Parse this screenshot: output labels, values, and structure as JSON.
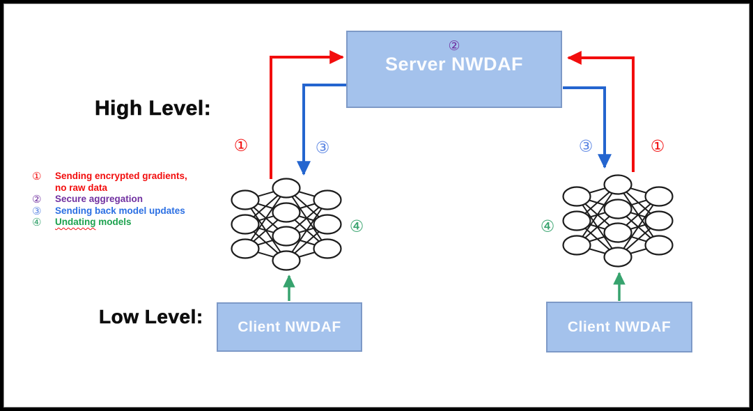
{
  "labels": {
    "high_level": "High Level:",
    "low_level": "Low Level:"
  },
  "server_box": {
    "step_marker": "②",
    "title": "Server NWDAF"
  },
  "client_boxes": {
    "left_title": "Client NWDAF",
    "right_title": "Client NWDAF"
  },
  "flow_markers": {
    "left_red": "①",
    "left_blue": "③",
    "right_blue": "③",
    "right_red": "①",
    "left_green": "④",
    "right_green": "④"
  },
  "legend": {
    "items": [
      {
        "marker": "①",
        "line1": "Sending encrypted gradients,",
        "line2": "no raw data"
      },
      {
        "marker": "②",
        "text": "Secure aggregation"
      },
      {
        "marker": "③",
        "text": "Sending back model updates"
      },
      {
        "marker": "④",
        "text_misspelled": "Undating",
        "text_rest": " models"
      }
    ]
  },
  "colors": {
    "red": "#f20d0d",
    "blue": "#2465cf",
    "blue_bright": "#2b6fe3",
    "blue_circle": "#5c86e3",
    "green": "#37a36e",
    "green_text": "#1ca24e",
    "purple": "#7030a0",
    "box_fill": "#a4c2ec",
    "box_border": "#7d99c7",
    "box_title": "#fbfcfe",
    "node_stroke": "#1c1c1c",
    "text_black": "#0d0d0d"
  }
}
